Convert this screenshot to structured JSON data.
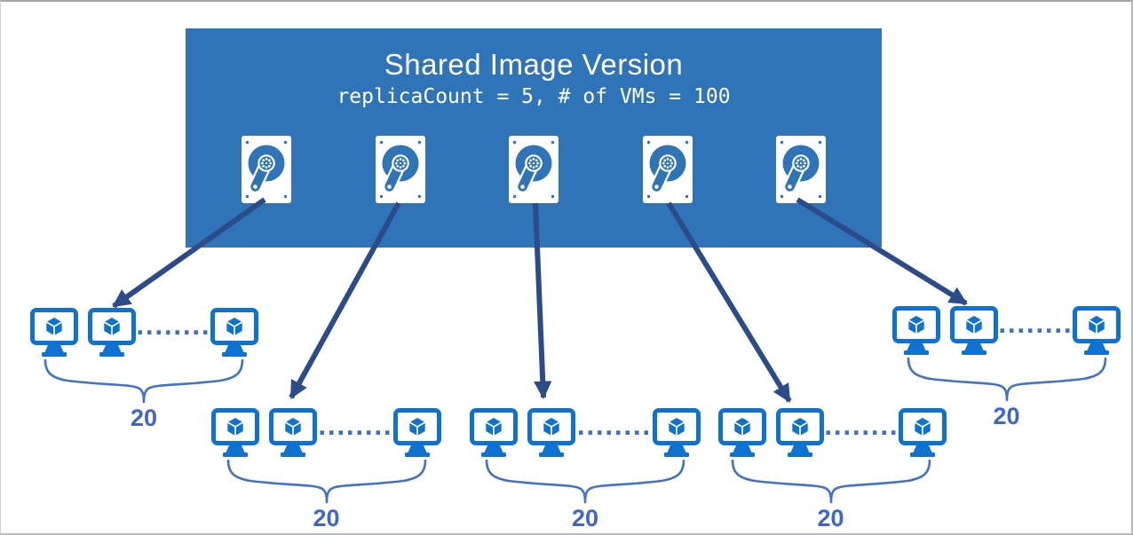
{
  "shared_image_box": {
    "title": "Shared Image Version",
    "subtitle": "replicaCount = 5, # of VMs = 100",
    "replica_count": 5,
    "vm_total": 100,
    "replica_icons": [
      "disk-icon",
      "disk-icon",
      "disk-icon",
      "disk-icon",
      "disk-icon"
    ]
  },
  "vm_groups": [
    {
      "label": "20",
      "ellipsis": "........",
      "vm_icons_shown": 3
    },
    {
      "label": "20",
      "ellipsis": "........",
      "vm_icons_shown": 3
    },
    {
      "label": "20",
      "ellipsis": "........",
      "vm_icons_shown": 3
    },
    {
      "label": "20",
      "ellipsis": "........",
      "vm_icons_shown": 3
    },
    {
      "label": "20",
      "ellipsis": "........",
      "vm_icons_shown": 3
    }
  ],
  "colors": {
    "box_background": "#3074b8",
    "arrow": "#2b4b89",
    "vm_icon_blue": "#0e72d2",
    "brace_blue": "#4372c8",
    "count_label_blue": "#3e68c5",
    "icon_white": "#ffffff"
  }
}
